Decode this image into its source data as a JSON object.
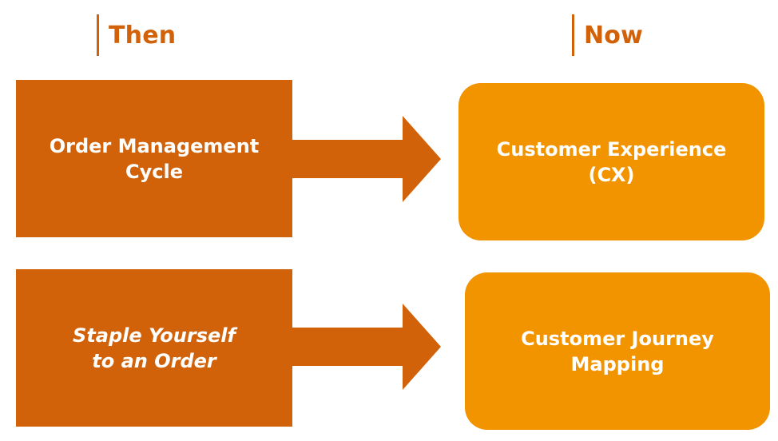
{
  "headings": {
    "then": "Then",
    "now": "Now"
  },
  "rows": [
    {
      "then": {
        "line1": "Order Management",
        "line2": "Cycle",
        "italic": false
      },
      "now": {
        "line1": "Customer Experience",
        "line2": "(CX)"
      }
    },
    {
      "then": {
        "line1": "Staple Yourself",
        "line2": "to an Order",
        "italic": true
      },
      "now": {
        "line1": "Customer Journey",
        "line2": "Mapping"
      }
    }
  ],
  "colors": {
    "then_fill": "#d2620a",
    "now_fill": "#f29400",
    "arrow_fill": "#d2620a",
    "heading_text": "#d2620a",
    "heading_bar": "#d2620a",
    "box_text": "#ffffff"
  }
}
